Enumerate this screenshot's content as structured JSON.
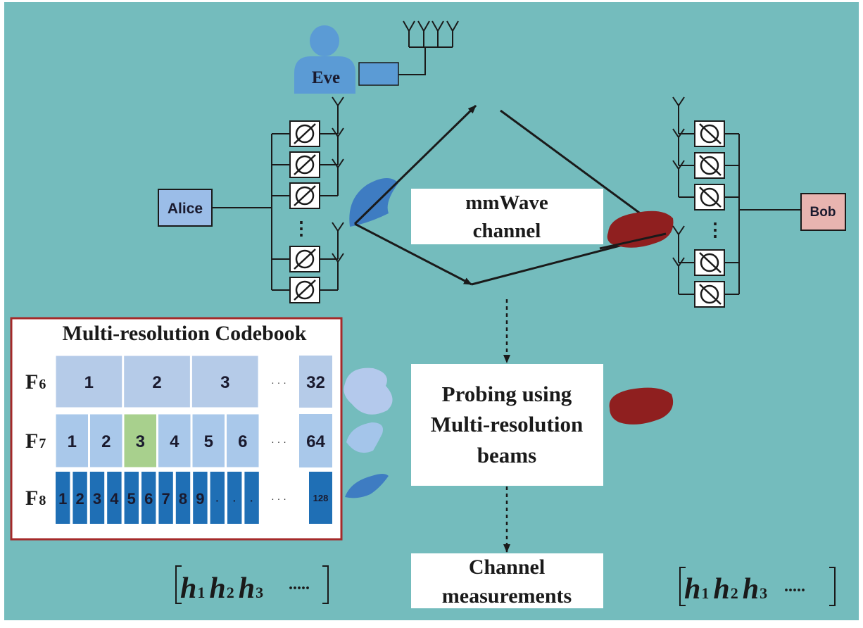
{
  "colors": {
    "background": "#74bcbd",
    "alice_box": "#9bbde8",
    "bob_box": "#e8b4b0",
    "eve_person": "#5b9bd5",
    "alice_beam": "#3e7cc2",
    "bob_beam": "#8f1f1f",
    "codebook_border": "#a52a2a",
    "level6": "#b5cbe8",
    "level7": "#a9c8ea",
    "level7_highlight": "#a8d08d",
    "level8": "#1f6fb5",
    "text_box_bg": "#ffffff"
  },
  "nodes": {
    "eve": "Eve",
    "alice": "Alice",
    "bob": "Bob",
    "alice_dots": "⋮",
    "bob_dots": "⋮"
  },
  "channel_box": {
    "line1": "mmWave",
    "line2": "channel"
  },
  "probing_box": {
    "line1": "Probing using",
    "line2": "Multi-resolution",
    "line3": "beams"
  },
  "measurement_box": {
    "line1": "Channel",
    "line2": "measurements"
  },
  "codebook": {
    "title": "Multi-resolution Codebook",
    "ellipsis": "· · ·",
    "levels": [
      {
        "symbol": "F",
        "subscript": "6",
        "cells": [
          "1",
          "2",
          "3"
        ],
        "last": "32"
      },
      {
        "symbol": "F",
        "subscript": "7",
        "cells": [
          "1",
          "2",
          "3",
          "4",
          "5",
          "6"
        ],
        "last": "64",
        "highlight_index": 2
      },
      {
        "symbol": "F",
        "subscript": "8",
        "cells": [
          "1",
          "2",
          "3",
          "4",
          "5",
          "6",
          "7",
          "8",
          "9",
          "",
          "",
          ""
        ],
        "small_dots": [
          "·",
          "·",
          "·"
        ],
        "last": "128"
      }
    ]
  },
  "vectors": {
    "left": {
      "h1": "h",
      "s1": "1",
      "h2": "h",
      "s2": "2",
      "h3": "h",
      "s3": "3",
      "dots": "....."
    },
    "right": {
      "h1": "h",
      "s1": "1",
      "h2": "h",
      "s2": "2",
      "h3": "h",
      "s3": "3",
      "dots": "....."
    }
  }
}
